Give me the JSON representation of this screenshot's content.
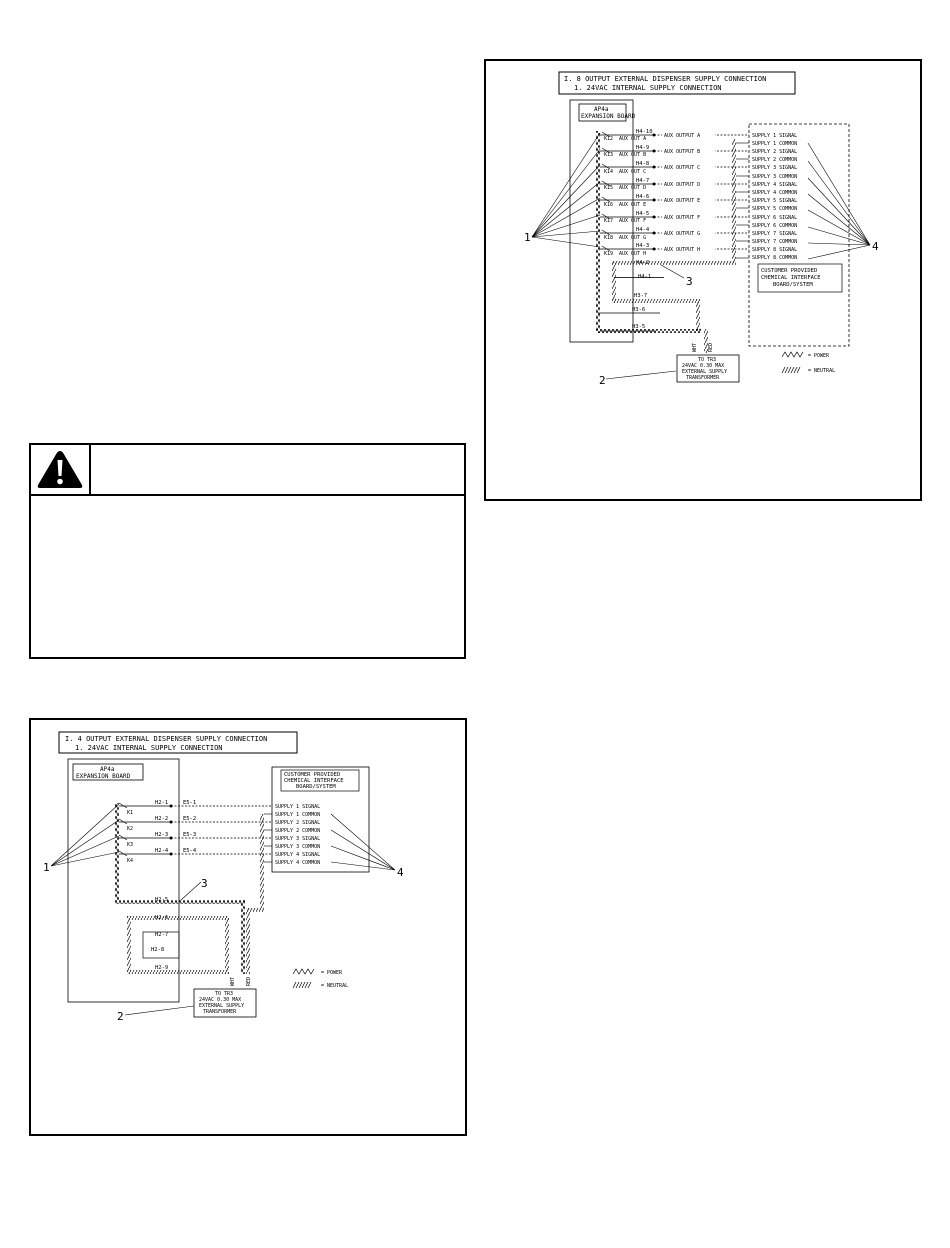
{
  "warning": {
    "icon": "warning-triangle-icon",
    "title": "",
    "body": ""
  },
  "figure_8": {
    "title_line1": "I. 8 OUTPUT EXTERNAL DISPENSER SUPPLY CONNECTION",
    "title_line2": "1. 24VAC INTERNAL SUPPLY CONNECTION",
    "board_line1": "AP4a",
    "board_line2": "EXPANSION BOARD",
    "relays": [
      "K12",
      "K13",
      "K14",
      "K15",
      "K16",
      "K17",
      "K18",
      "K19"
    ],
    "aux_board_labels": [
      "AUX OUT A",
      "AUX OUT B",
      "AUX OUT C",
      "AUX OUT D",
      "AUX OUT E",
      "AUX OUT F",
      "AUX OUT G",
      "AUX OUT H"
    ],
    "h4_labels": [
      "H4-10",
      "H4-9",
      "H4-8",
      "H4-7",
      "H4-6",
      "H4-5",
      "H4-4",
      "H4-3",
      "H4-2"
    ],
    "aux_outputs": [
      "AUX OUTPUT A",
      "AUX OUTPUT B",
      "AUX OUTPUT C",
      "AUX OUTPUT D",
      "AUX OUTPUT E",
      "AUX OUTPUT F",
      "AUX OUTPUT G",
      "AUX OUTPUT H"
    ],
    "supplies": [
      "SUPPLY 1 SIGNAL",
      "SUPPLY 1 COMMON",
      "SUPPLY 2 SIGNAL",
      "SUPPLY 2 COMMON",
      "SUPPLY 3 SIGNAL",
      "SUPPLY 3 COMMON",
      "SUPPLY 4 SIGNAL",
      "SUPPLY 4 COMMON",
      "SUPPLY 5 SIGNAL",
      "SUPPLY 5 COMMON",
      "SUPPLY 6 SIGNAL",
      "SUPPLY 6 COMMON",
      "SUPPLY 7 SIGNAL",
      "SUPPLY 7 COMMON",
      "SUPPLY 8 SIGNAL",
      "SUPPLY 8 COMMON"
    ],
    "customer_line1": "CUSTOMER PROVIDED",
    "customer_line2": "CHEMICAL INTERFACE",
    "customer_line3": "BOARD/SYSTEM",
    "lower_h_labels": [
      "H4-1",
      "H3-7",
      "H3-6",
      "H3-5"
    ],
    "wire_labels": [
      "WHT",
      "RED"
    ],
    "transformer_line1": "TO TR3",
    "transformer_line2": "24VAC 0.30 MAX",
    "transformer_line3": "EXTERNAL SUPPLY",
    "transformer_line4": "TRANSFORMER",
    "legend_power": "= POWER",
    "legend_neutral": "= NEUTRAL",
    "callouts": [
      "1",
      "2",
      "3",
      "4"
    ]
  },
  "figure_4": {
    "title_line1": "I. 4 OUTPUT EXTERNAL DISPENSER SUPPLY CONNECTION",
    "title_line2": "1. 24VAC INTERNAL SUPPLY CONNECTION",
    "board_line1": "AP4a",
    "board_line2": "EXPANSION BOARD",
    "relays": [
      "K1",
      "K2",
      "K3",
      "K4"
    ],
    "h2_labels": [
      "H2-1",
      "H2-2",
      "H2-3",
      "H2-4"
    ],
    "e5_labels": [
      "E5-1",
      "E5-2",
      "E5-3",
      "E5-4"
    ],
    "supplies": [
      "SUPPLY 1 SIGNAL",
      "SUPPLY 1 COMMON",
      "SUPPLY 2 SIGNAL",
      "SUPPLY 2 COMMON",
      "SUPPLY 3 SIGNAL",
      "SUPPLY 3 COMMON",
      "SUPPLY 4 SIGNAL",
      "SUPPLY 4 COMMON"
    ],
    "customer_line1": "CUSTOMER PROVIDED",
    "customer_line2": "CHEMICAL INTERFACE",
    "customer_line3": "BOARD/SYSTEM",
    "lower_h_labels": [
      "H2-5",
      "H2-6",
      "H2-7",
      "H2-8",
      "H2-9"
    ],
    "wire_labels": [
      "WHT",
      "RED"
    ],
    "transformer_line1": "TO TR3",
    "transformer_line2": "24VAC 0.30 MAX",
    "transformer_line3": "EXTERNAL SUPPLY",
    "transformer_line4": "TRANSFORMER",
    "legend_power": "= POWER",
    "legend_neutral": "= NEUTRAL",
    "callouts": [
      "1",
      "2",
      "3",
      "4"
    ]
  }
}
